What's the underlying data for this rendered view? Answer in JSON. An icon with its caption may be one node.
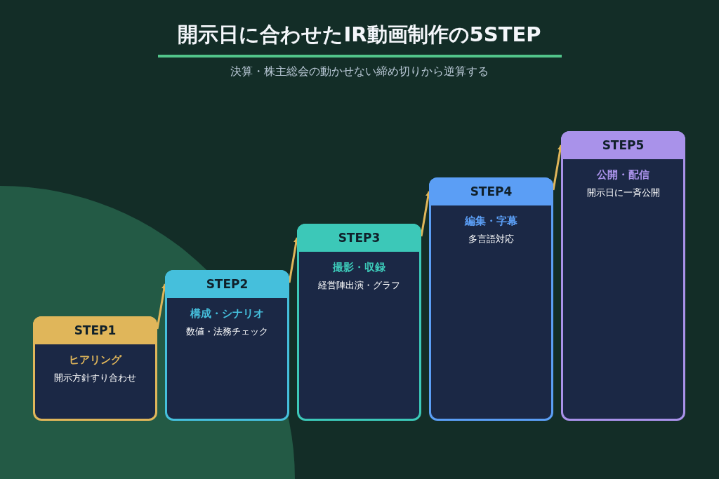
{
  "diagram": {
    "title": "開示日に合わせたIR動画制作の5STEP",
    "nodes": [
      {
        "text": [
          "STEP1",
          "ヒアリング",
          "開示方針すり合わせ"
        ]
      },
      {
        "text": [
          "STEP2",
          "構成・シナリオ",
          "数値・法務チェック"
        ]
      },
      {
        "text": [
          "STEP3",
          "撮影・収録",
          "経営陣出演・グラフ"
        ]
      },
      {
        "text": [
          "STEP4",
          "編集・字幕",
          "多言語対応"
        ]
      },
      {
        "text": [
          "STEP5",
          "公開・配信",
          "開示日に一斉公開"
        ]
      }
    ],
    "edges": [
      {
        "from": 0,
        "to": 1,
        "arrow": "to"
      },
      {
        "from": 1,
        "to": 2,
        "arrow": "to"
      },
      {
        "from": 2,
        "to": 3,
        "arrow": "to"
      },
      {
        "from": 3,
        "to": 4,
        "arrow": "to"
      }
    ],
    "labels": [
      "決算・株主総会の動かせない締め切りから逆算する"
    ]
  }
}
